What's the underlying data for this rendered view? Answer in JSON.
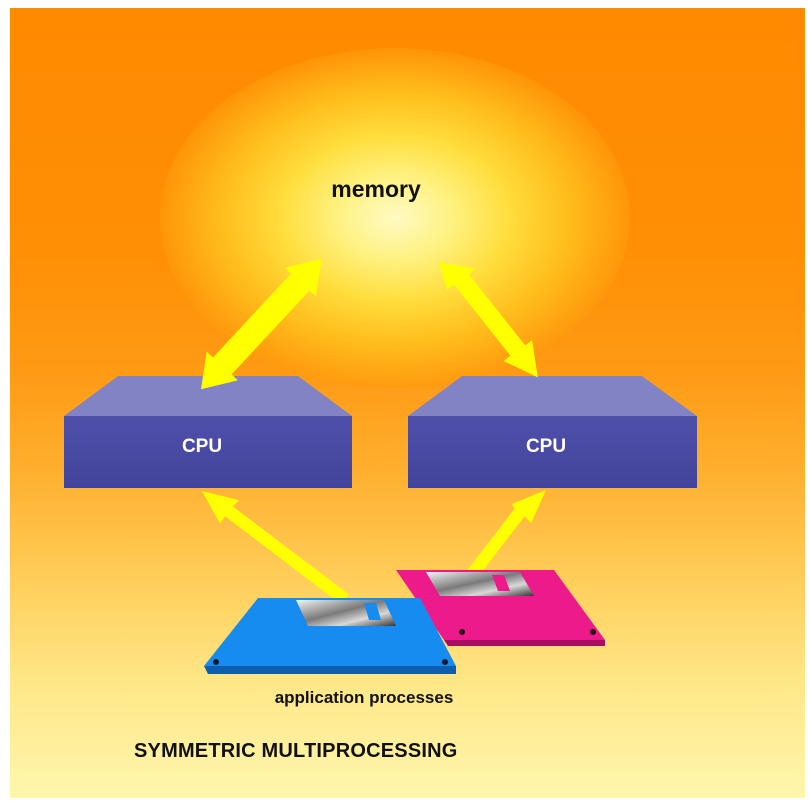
{
  "diagram": {
    "memory_label": "memory",
    "cpus": [
      {
        "label": "CPU"
      },
      {
        "label": "CPU"
      }
    ],
    "processes_label": "application processes",
    "caption": "SYMMETRIC MULTIPROCESSING"
  },
  "colors": {
    "background_top": "#ff8a00",
    "background_bottom": "#fff6ad",
    "memory_glow": "#fff17e",
    "arrow": "#ffff00",
    "cpu_front": "#4b4ca6",
    "cpu_top": "#8283c4",
    "disk_blue": "#168cf0",
    "disk_magenta": "#ec1a8a"
  },
  "icons": [
    "memory-glow",
    "cpu-block",
    "floppy-disk-icon",
    "double-arrow",
    "arrow"
  ]
}
